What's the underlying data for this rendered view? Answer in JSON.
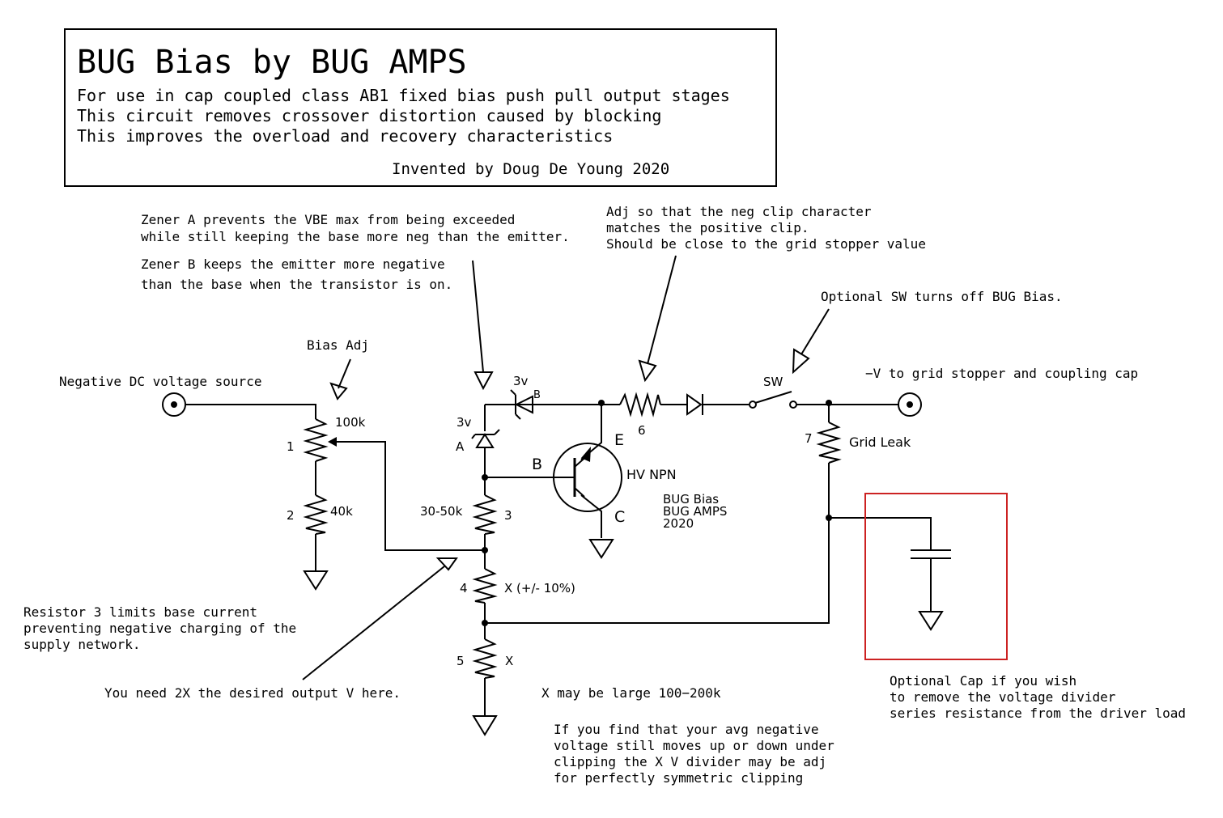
{
  "title_block": {
    "title": "BUG Bias by BUG AMPS",
    "lines": [
      "For use in cap coupled class AB1 fixed bias push pull output stages",
      "This circuit removes crossover distortion caused by blocking",
      "This improves the overload and recovery characteristics"
    ],
    "credit": "Invented by Doug De Young 2020"
  },
  "notes": {
    "zener_a": [
      "Zener A prevents the VBE max from being exceeded",
      "while still keeping the base more neg than the emitter."
    ],
    "zener_b": [
      "Zener B keeps the emitter more negative",
      "than the base when the transistor is on."
    ],
    "adj": [
      "Adj so that the neg clip character",
      "matches the positive clip.",
      "Should be close to the grid stopper value"
    ],
    "optional_sw": "Optional SW turns off BUG Bias.",
    "bias_adj": "Bias Adj",
    "neg_dc_source": "Negative DC voltage source",
    "output": "−V to grid stopper and coupling cap",
    "resistor3": [
      "Resistor 3 limits base current",
      "preventing negative charging of the",
      "supply network."
    ],
    "need_2x": "You need 2X the desired output V here.",
    "x_large": "X may be large 100−200k",
    "symmetric": [
      "If you find that your avg negative",
      "voltage still moves up or down under",
      "clipping the X V divider may be adj",
      "for perfectly symmetric clipping"
    ],
    "optional_cap": [
      "Optional Cap if you wish",
      "to remove the voltage divider",
      "series resistance from the driver load"
    ]
  },
  "components": {
    "r1_num": "1",
    "r1_value": "100k",
    "r2_num": "2",
    "r2_value": "40k",
    "r3_num": "3",
    "r3_value": "30-50k",
    "r4_num": "4",
    "r4_value": "X (+/- 10%)",
    "r5_num": "5",
    "r5_value": "X",
    "r6_num": "6",
    "r7_num": "7",
    "r7_value": "Grid Leak",
    "zener_a_value": "3v",
    "zener_a_label": "A",
    "zener_b_value": "3v",
    "zener_b_label": "B",
    "transistor": "HV NPN",
    "pin_e": "E",
    "pin_b": "B",
    "pin_c": "C",
    "switch": "SW"
  },
  "stamp": [
    "BUG Bias",
    "BUG AMPS",
    "2020"
  ],
  "colors": {
    "ink": "#000000",
    "highlight_box": "#cc2222"
  }
}
